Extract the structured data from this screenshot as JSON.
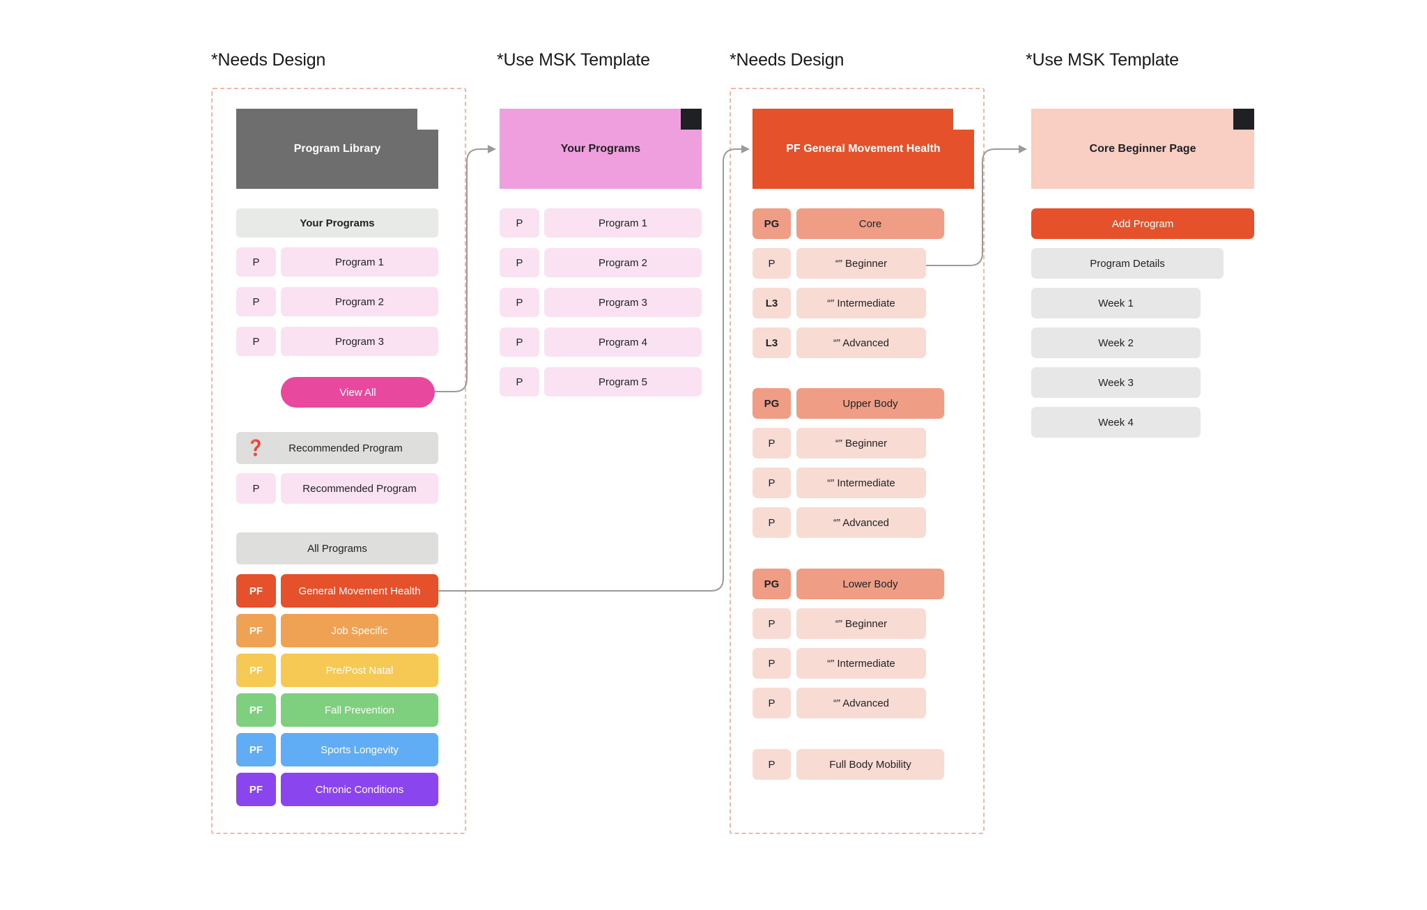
{
  "columns": [
    {
      "heading": "*Needs Design"
    },
    {
      "heading": "*Use MSK Template"
    },
    {
      "heading": "*Needs Design"
    },
    {
      "heading": "*Use MSK Template"
    }
  ],
  "colors": {
    "frame_dashed": "#f2b7ab",
    "gray_card": "#6e6e6e",
    "pink_card": "#ef9fdd",
    "orange_card": "#e4512a",
    "light_orange_card": "#f9cfc4",
    "section_gray": "#e3e3e3",
    "section_gray_light": "#e8eae8",
    "row_pink": "#fae2f2",
    "badge_pink": "#fae2f2",
    "magenta_button": "#e8499f",
    "orange_button": "#e4512a",
    "salmon_group": "#ef9d85",
    "salmon_row": "#f8dcd4",
    "week_gray": "#e6e7e6",
    "connector": "#9a9a9a",
    "pf_general": "#e4512a",
    "pf_job": "#f0a košt"
  },
  "column1": {
    "page_card": {
      "title": "Program Library",
      "bg": "#6e6e6e",
      "text": "#ffffff"
    },
    "your_programs_header": "Your Programs",
    "programs": [
      {
        "badge": "P",
        "label": "Program 1"
      },
      {
        "badge": "P",
        "label": "Program 2"
      },
      {
        "badge": "P",
        "label": "Program 3"
      }
    ],
    "view_all_button": "View All",
    "recommended_header": {
      "icon": "question-mark-emoji",
      "glyph": "❓",
      "label": "Recommended Program"
    },
    "recommended_row": {
      "badge": "P",
      "label": "Recommended Program"
    },
    "all_programs_header": "All Programs",
    "all_programs": [
      {
        "badge": "PF",
        "label": "General Movement Health",
        "bg": "#e4512a",
        "text": "#ffffff"
      },
      {
        "badge": "PF",
        "label": "Job Specific",
        "bg": "#f0a254",
        "text": "#ffffff"
      },
      {
        "badge": "PF",
        "label": "Pre/Post Natal",
        "bg": "#f6c954",
        "text": "#ffffff"
      },
      {
        "badge": "PF",
        "label": "Fall Prevention",
        "bg": "#7ed07f",
        "text": "#ffffff"
      },
      {
        "badge": "PF",
        "label": "Sports Longevity",
        "bg": "#61adf5",
        "text": "#ffffff"
      },
      {
        "badge": "PF",
        "label": "Chronic Conditions",
        "bg": "#8b45ee",
        "text": "#ffffff"
      }
    ]
  },
  "column2": {
    "page_card": {
      "title": "Your Programs",
      "bg": "#ef9fdd",
      "text": "#1f2023"
    },
    "programs": [
      {
        "badge": "P",
        "label": "Program 1"
      },
      {
        "badge": "P",
        "label": "Program 2"
      },
      {
        "badge": "P",
        "label": "Program 3"
      },
      {
        "badge": "P",
        "label": "Program 4"
      },
      {
        "badge": "P",
        "label": "Program 5"
      }
    ]
  },
  "column3": {
    "page_card": {
      "title": "PF General Movement Health",
      "bg": "#e4512a",
      "text": "#ffffff"
    },
    "groups": [
      {
        "header": {
          "badge": "PG",
          "label": "Core"
        },
        "items": [
          {
            "badge": "P",
            "label": "“” Beginner"
          },
          {
            "badge": "L3",
            "label": "“” Intermediate"
          },
          {
            "badge": "L3",
            "label": "“” Advanced"
          }
        ]
      },
      {
        "header": {
          "badge": "PG",
          "label": "Upper Body"
        },
        "items": [
          {
            "badge": "P",
            "label": "“” Beginner"
          },
          {
            "badge": "P",
            "label": "“” Intermediate"
          },
          {
            "badge": "P",
            "label": "“” Advanced"
          }
        ]
      },
      {
        "header": {
          "badge": "PG",
          "label": "Lower Body"
        },
        "items": [
          {
            "badge": "P",
            "label": "“” Beginner"
          },
          {
            "badge": "P",
            "label": "“” Intermediate"
          },
          {
            "badge": "P",
            "label": "“” Advanced"
          }
        ]
      }
    ],
    "standalone": {
      "badge": "P",
      "label": "Full Body Mobility"
    }
  },
  "column4": {
    "page_card": {
      "title": "Core Beginner Page",
      "bg": "#f9cfc4",
      "text": "#1f2023"
    },
    "add_program_button": "Add Program",
    "program_details": "Program Details",
    "weeks": [
      "Week 1",
      "Week 2",
      "Week 3",
      "Week 4"
    ]
  }
}
